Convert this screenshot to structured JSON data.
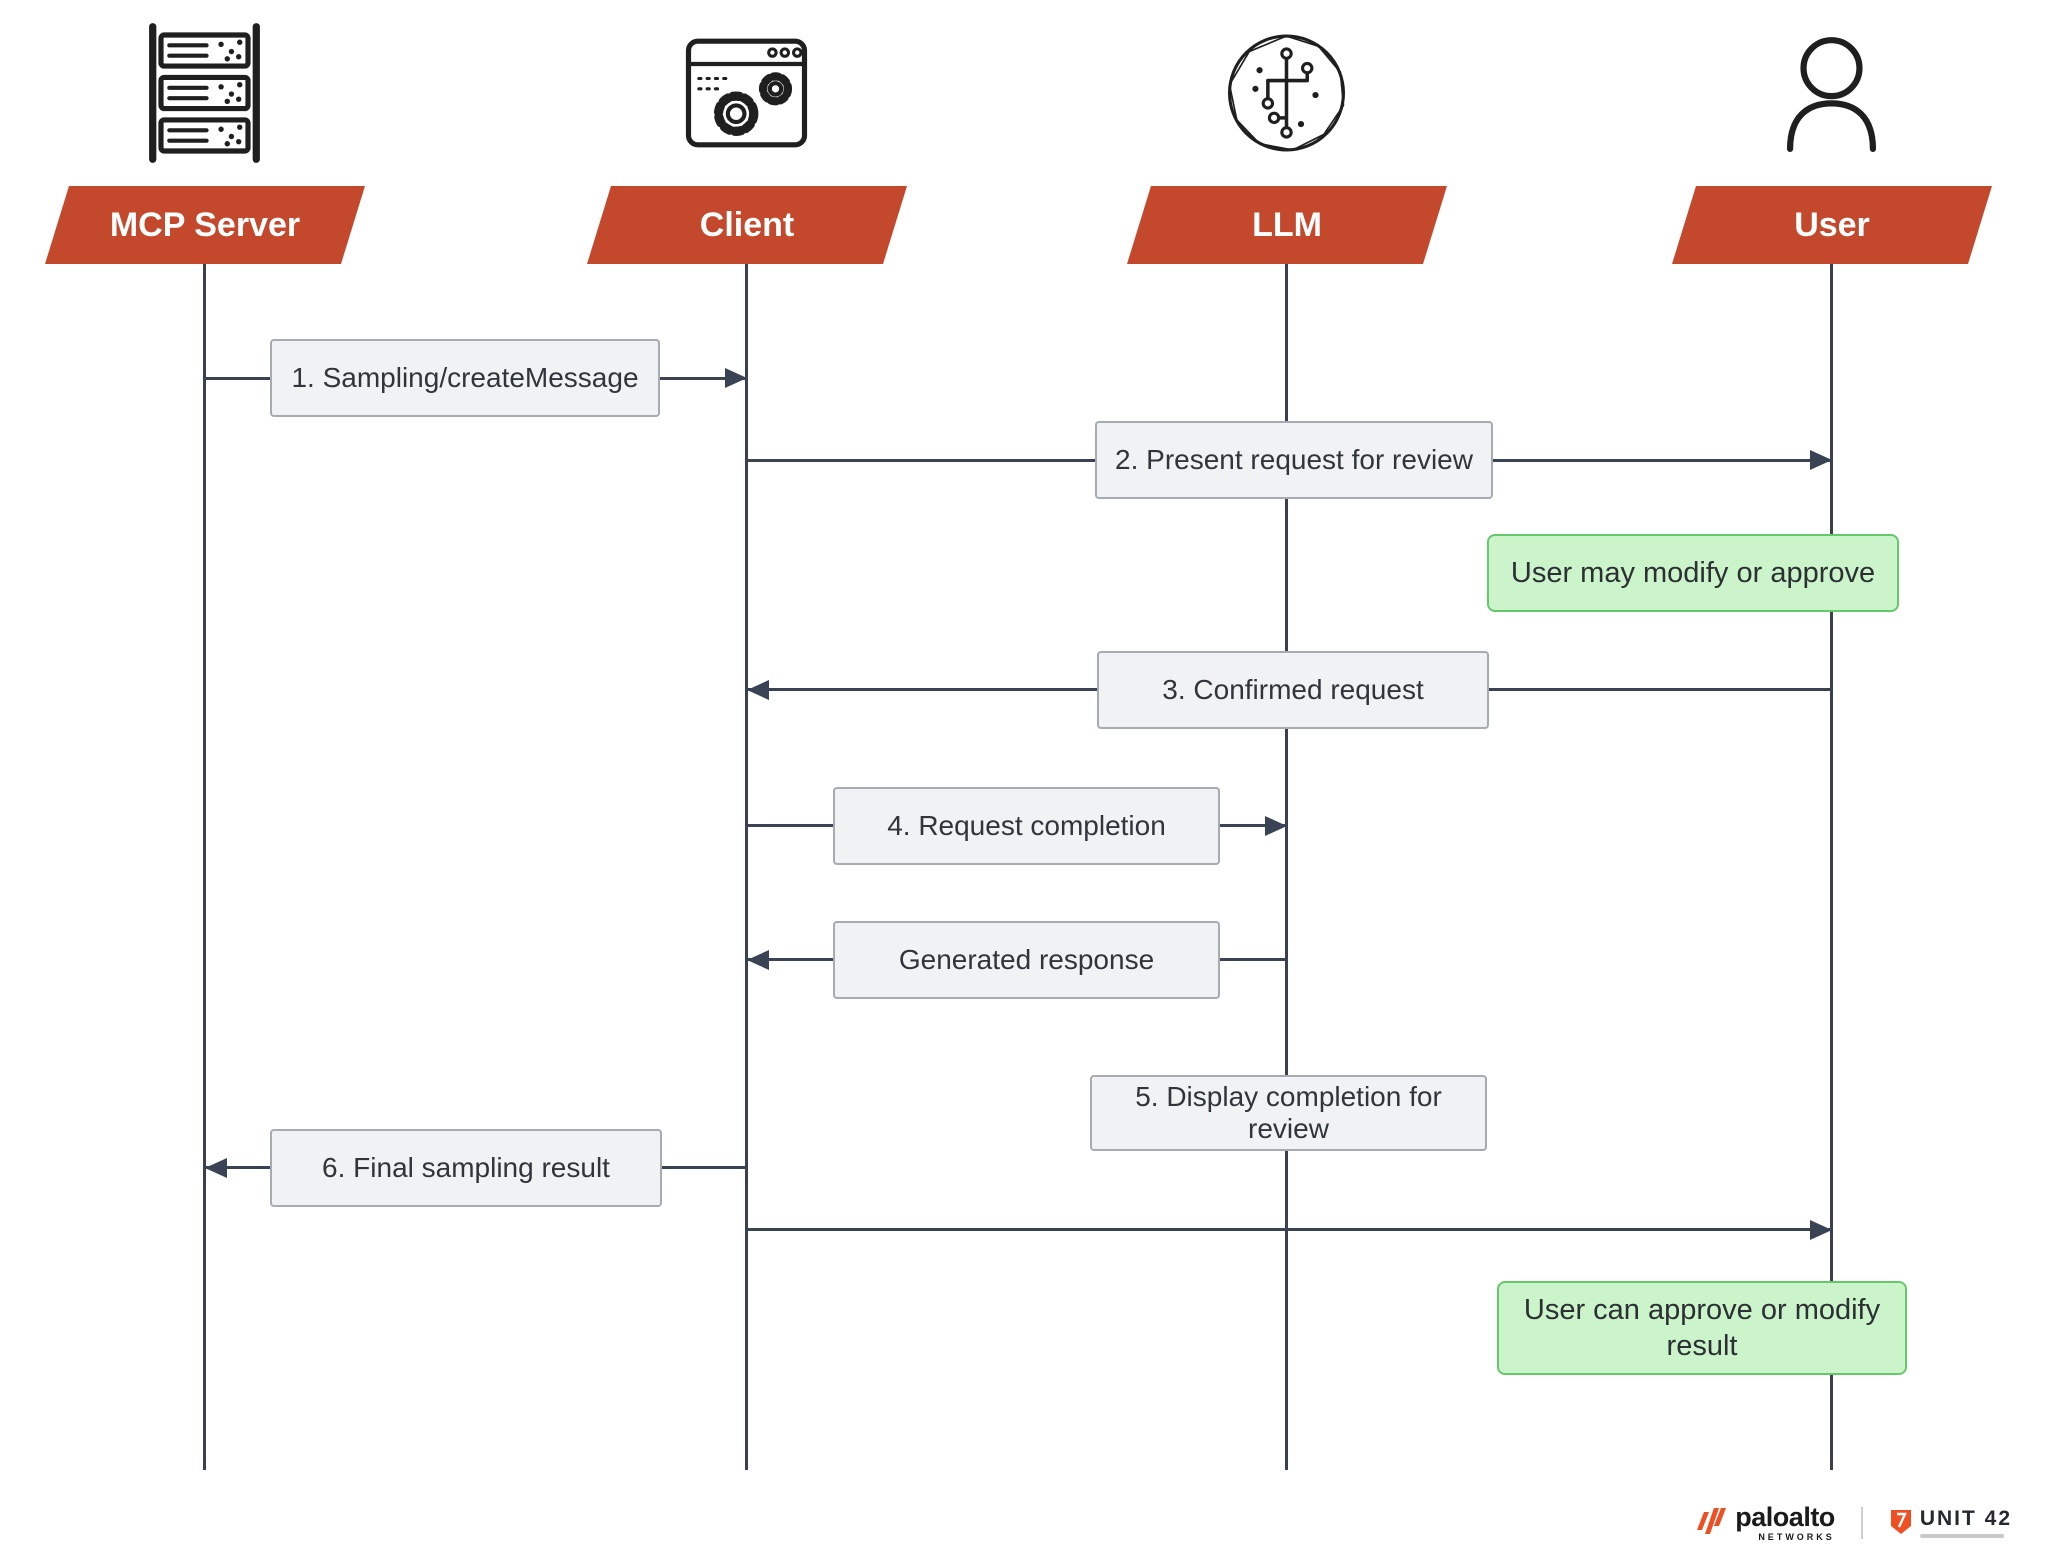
{
  "diagram": {
    "actors": [
      {
        "label": "MCP Server",
        "icon": "server-icon"
      },
      {
        "label": "Client",
        "icon": "browser-gears-icon"
      },
      {
        "label": "LLM",
        "icon": "ai-chip-icon"
      },
      {
        "label": "User",
        "icon": "person-icon"
      }
    ],
    "messages": {
      "m1": "1. Sampling/createMessage",
      "m2": "2. Present request for review",
      "m3": "3. Confirmed request",
      "m4": "4. Request completion",
      "m5": "Generated response",
      "m6": "5. Display completion for review",
      "m7": "6. Final sampling result"
    },
    "notes": {
      "n1": "User may modify or approve",
      "n2": "User can approve or modify result"
    },
    "colors": {
      "banner": "#C4482C",
      "arrow_line": "#3A4354",
      "box_bg": "#F1F2F4",
      "box_border": "#A6ABB1",
      "note_bg": "#CBF4CA",
      "note_border": "#65C96B",
      "accent_orange": "#F04E23"
    }
  },
  "footer": {
    "brand": "paloalto",
    "brand_sub": "NETWORKS",
    "unit": "UNIT 42"
  }
}
